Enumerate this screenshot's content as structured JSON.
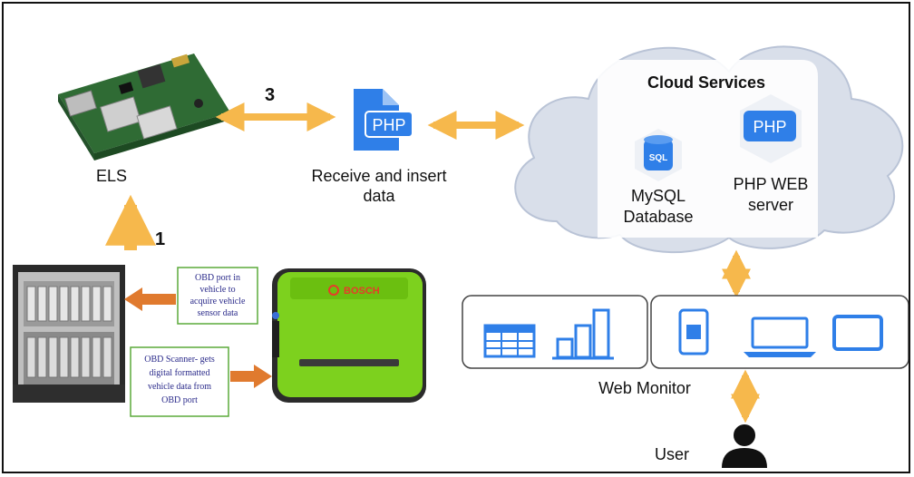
{
  "labels": {
    "els": "ELS",
    "step1": "1",
    "step3": "3",
    "receive_line1": "Receive and insert",
    "receive_line2": "data",
    "cloud_title": "Cloud Services",
    "mysql_line1": "MySQL",
    "mysql_line2": "Database",
    "php_server_line1": "PHP WEB",
    "php_server_line2": "server",
    "web_monitor": "Web Monitor",
    "user": "User",
    "php_badge": "PHP",
    "sql_badge": "SQL",
    "bosch_brand": "BOSCH"
  },
  "notes": {
    "obd_port": [
      "OBD port in",
      "vehicle to",
      "acquire vehicle",
      "sensor data"
    ],
    "obd_scanner": [
      "OBD Scanner- gets",
      "digital formatted",
      "vehicle data from",
      "OBD port"
    ]
  },
  "colors": {
    "arrow": "#F6B84C",
    "arrow_stroke": "#E89A20",
    "orange_arrow": "#E07A2E",
    "blue": "#2F7FE8",
    "cloud_fill": "#D9DFEA",
    "cloud_stroke": "#B9C3D6",
    "scanner_green": "#7DD11E",
    "note_border": "#5BAA3A"
  }
}
